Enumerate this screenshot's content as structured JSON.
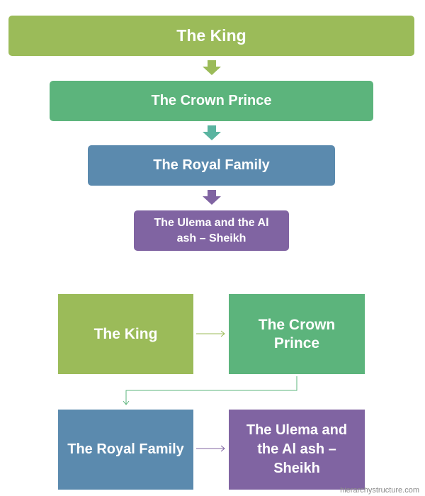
{
  "colors": {
    "green": "#9bbb59",
    "teal_green": "#5cb47c",
    "blue": "#5b8aae",
    "purple": "#8064a2"
  },
  "top_hierarchy": [
    {
      "label": "The King",
      "color": "#9bbb59"
    },
    {
      "label": "The Crown Prince",
      "color": "#5cb47c"
    },
    {
      "label": "The Royal Family",
      "color": "#5b8aae"
    },
    {
      "label": "The Ulema and the Al ash – Sheikh",
      "color": "#8064a2"
    }
  ],
  "bottom_flow": [
    {
      "label": "The King",
      "color": "#9bbb59"
    },
    {
      "label": "The Crown Prince",
      "color": "#5cb47c"
    },
    {
      "label": "The Royal Family",
      "color": "#5b8aae"
    },
    {
      "label": "The Ulema and the Al ash – Sheikh",
      "color": "#8064a2"
    }
  ],
  "watermark": "hierarchystructure.com"
}
